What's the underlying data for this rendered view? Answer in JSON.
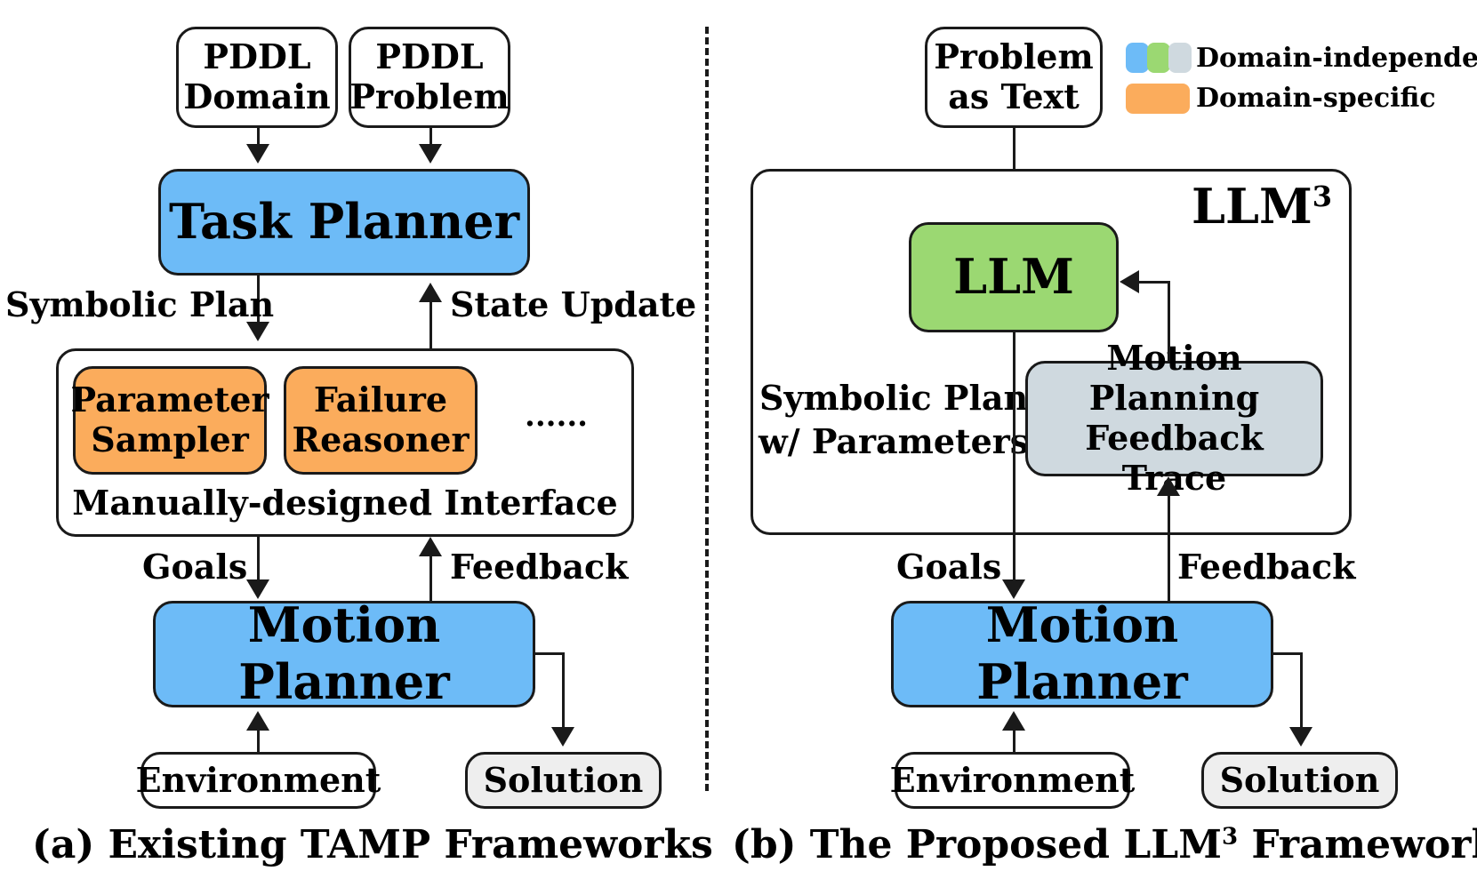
{
  "left": {
    "pddl_domain": "PDDL\nDomain",
    "pddl_problem": "PDDL\nProblem",
    "task_planner": "Task Planner",
    "symbolic_plan": "Symbolic Plan",
    "state_update": "State Update",
    "parameter_sampler": "Parameter\nSampler",
    "failure_reasoner": "Failure\nReasoner",
    "ellipsis": "......",
    "interface": "Manually-designed Interface",
    "goals": "Goals",
    "feedback": "Feedback",
    "motion_planner": "Motion Planner",
    "environment": "Environment",
    "solution": "Solution",
    "caption": "(a) Existing TAMP Frameworks"
  },
  "right": {
    "problem_text": "Problem\nas Text",
    "legend_independent": "Domain-independent",
    "legend_specific": "Domain-specific",
    "llm3_base": "LLM",
    "llm3_sup": "3",
    "llm": "LLM",
    "symbolic_plan_params": "Symbolic Plan\nw/ Parameters",
    "feedback_trace": "Motion Planning\nFeedback Trace",
    "goals": "Goals",
    "feedback": "Feedback",
    "motion_planner": "Motion Planner",
    "environment": "Environment",
    "solution": "Solution",
    "caption_pre": "(b) The Proposed LLM",
    "caption_sup": "3",
    "caption_post": " Framework"
  },
  "colors": {
    "blue": "#6dbbf7",
    "orange": "#fbac5c",
    "green": "#9bd872",
    "gray": "#cfd9df"
  }
}
